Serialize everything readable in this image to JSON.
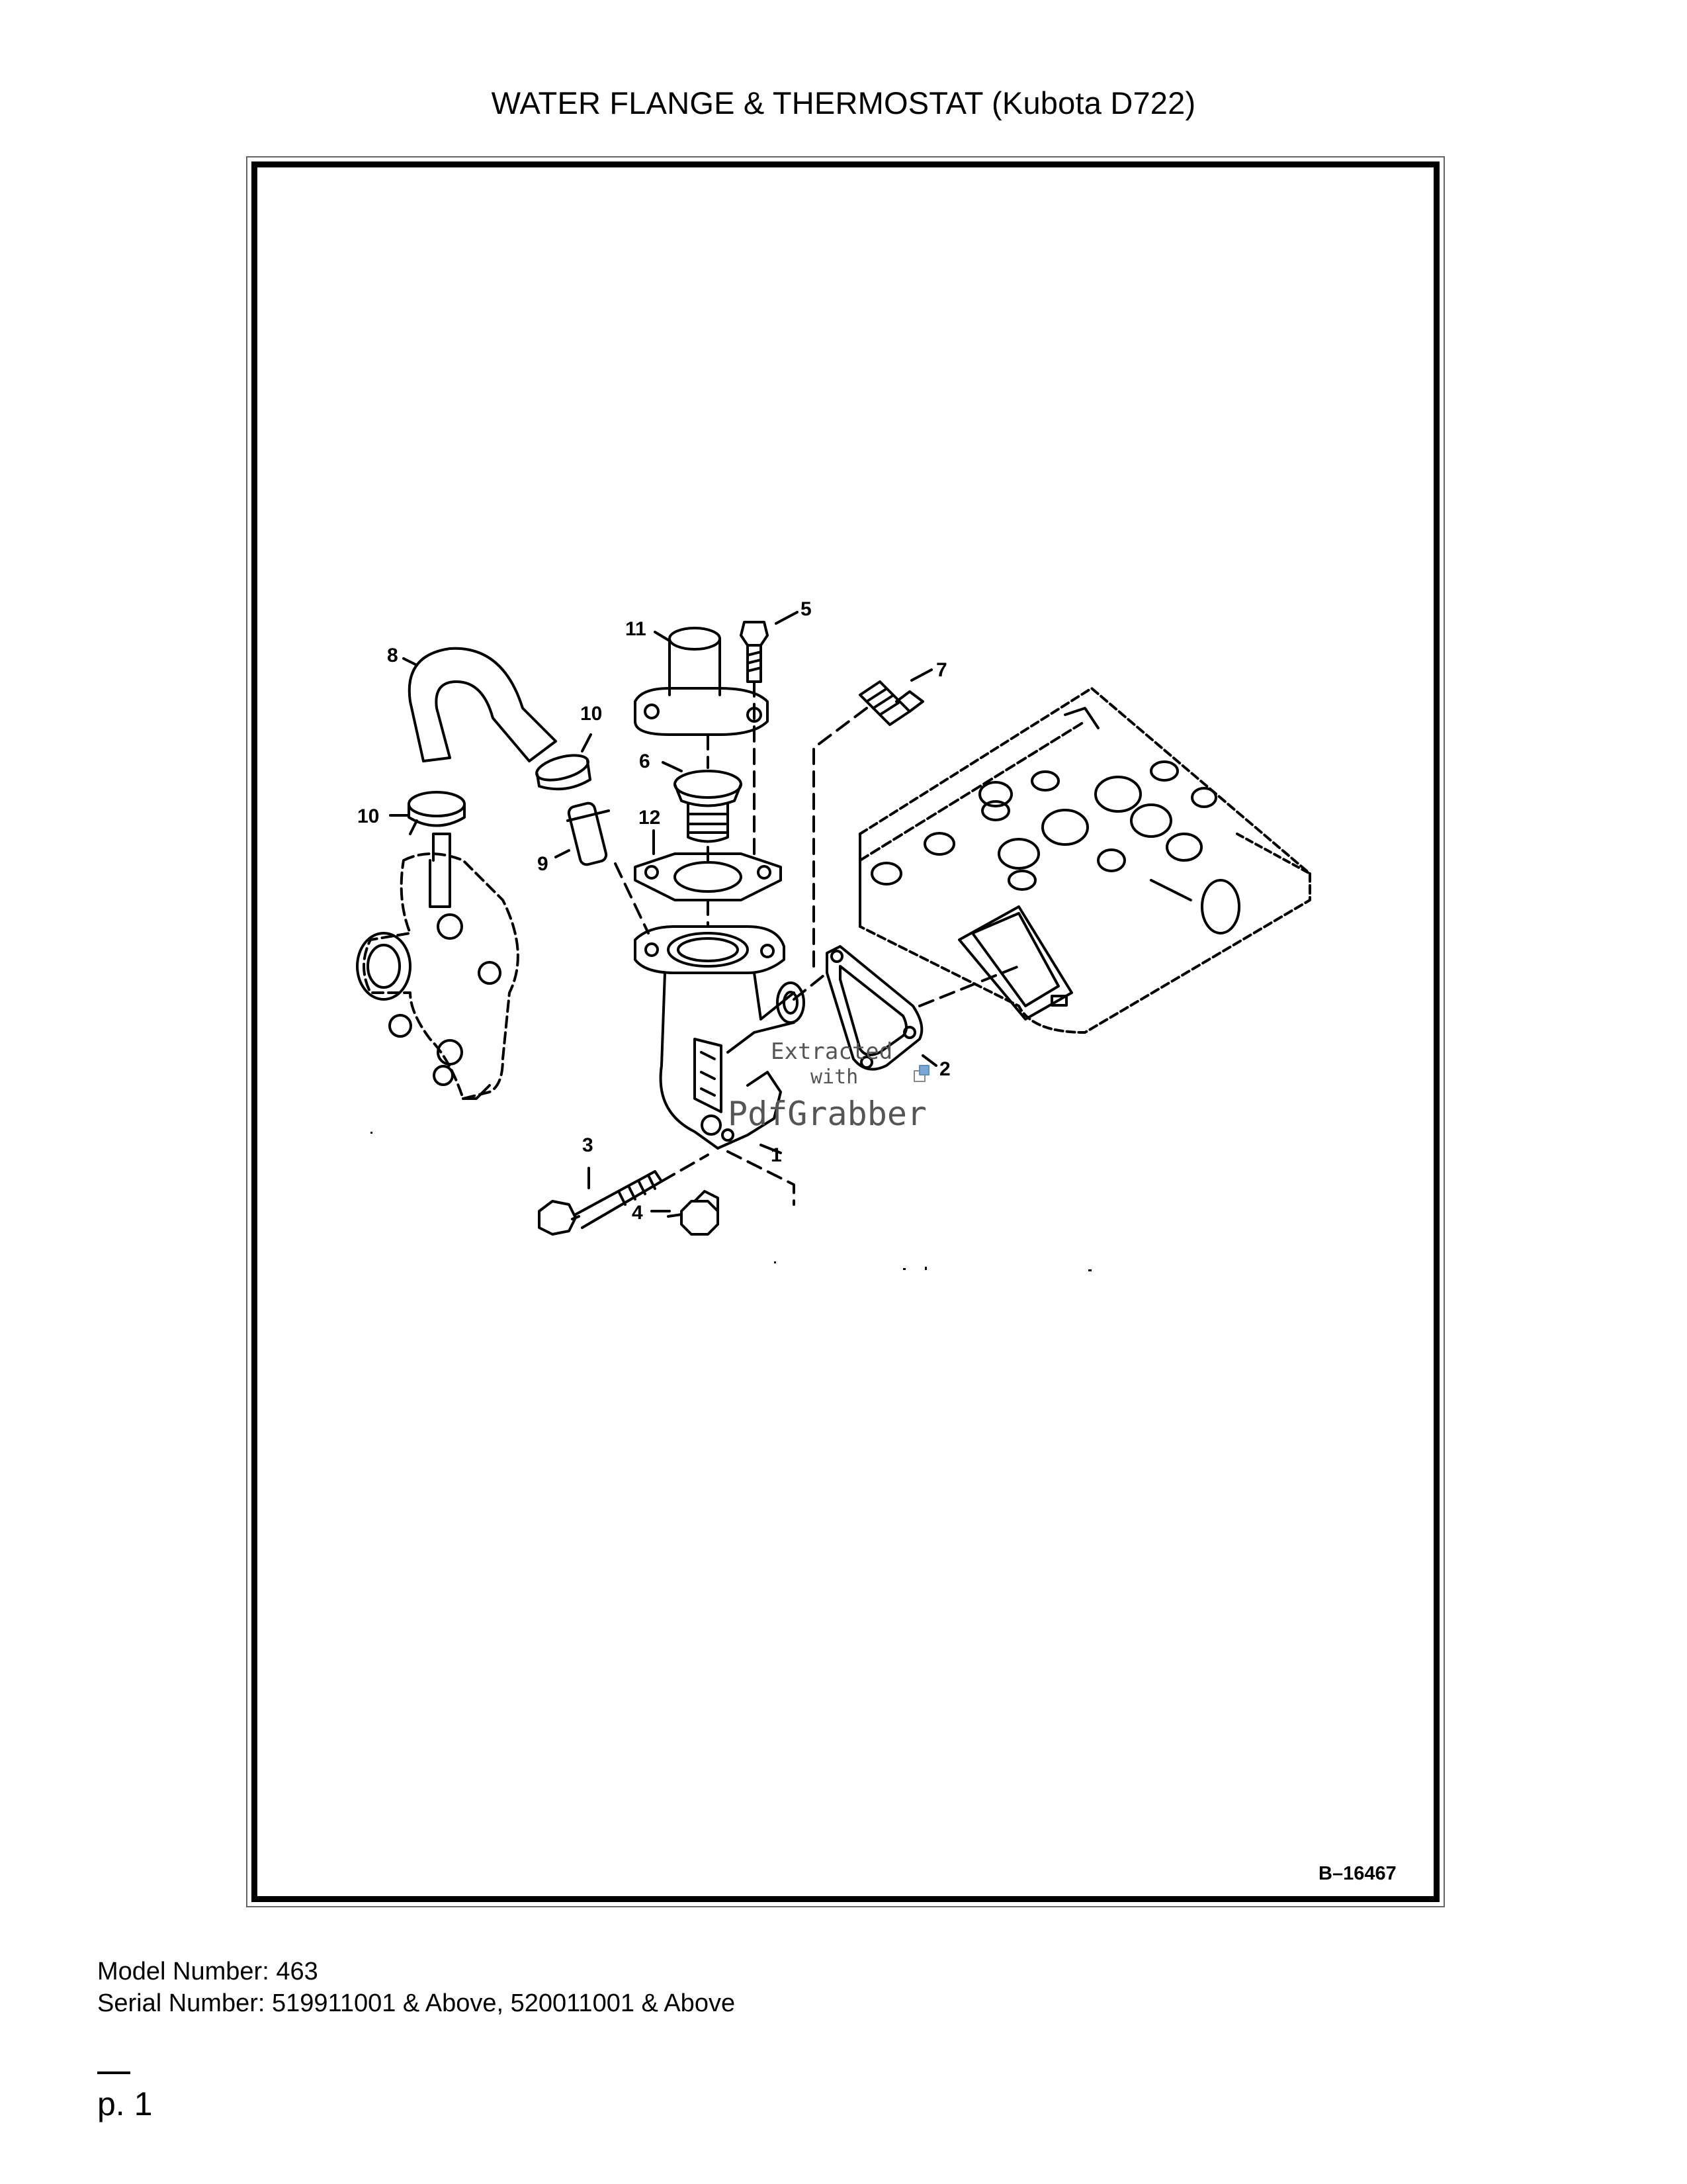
{
  "title": "WATER FLANGE & THERMOSTAT (Kubota D722)",
  "diagram": {
    "reference": "B–16467",
    "callouts": [
      "1",
      "2",
      "3",
      "4",
      "5",
      "6",
      "7",
      "8",
      "9",
      "10",
      "10",
      "11",
      "12"
    ],
    "watermark": [
      "Extracted",
      "with",
      "PdfGrabber"
    ]
  },
  "footer": {
    "model": "Model Number: 463",
    "serial": "Serial Number: 519911001 & Above, 520011001 & Above",
    "page": "p. 1"
  }
}
